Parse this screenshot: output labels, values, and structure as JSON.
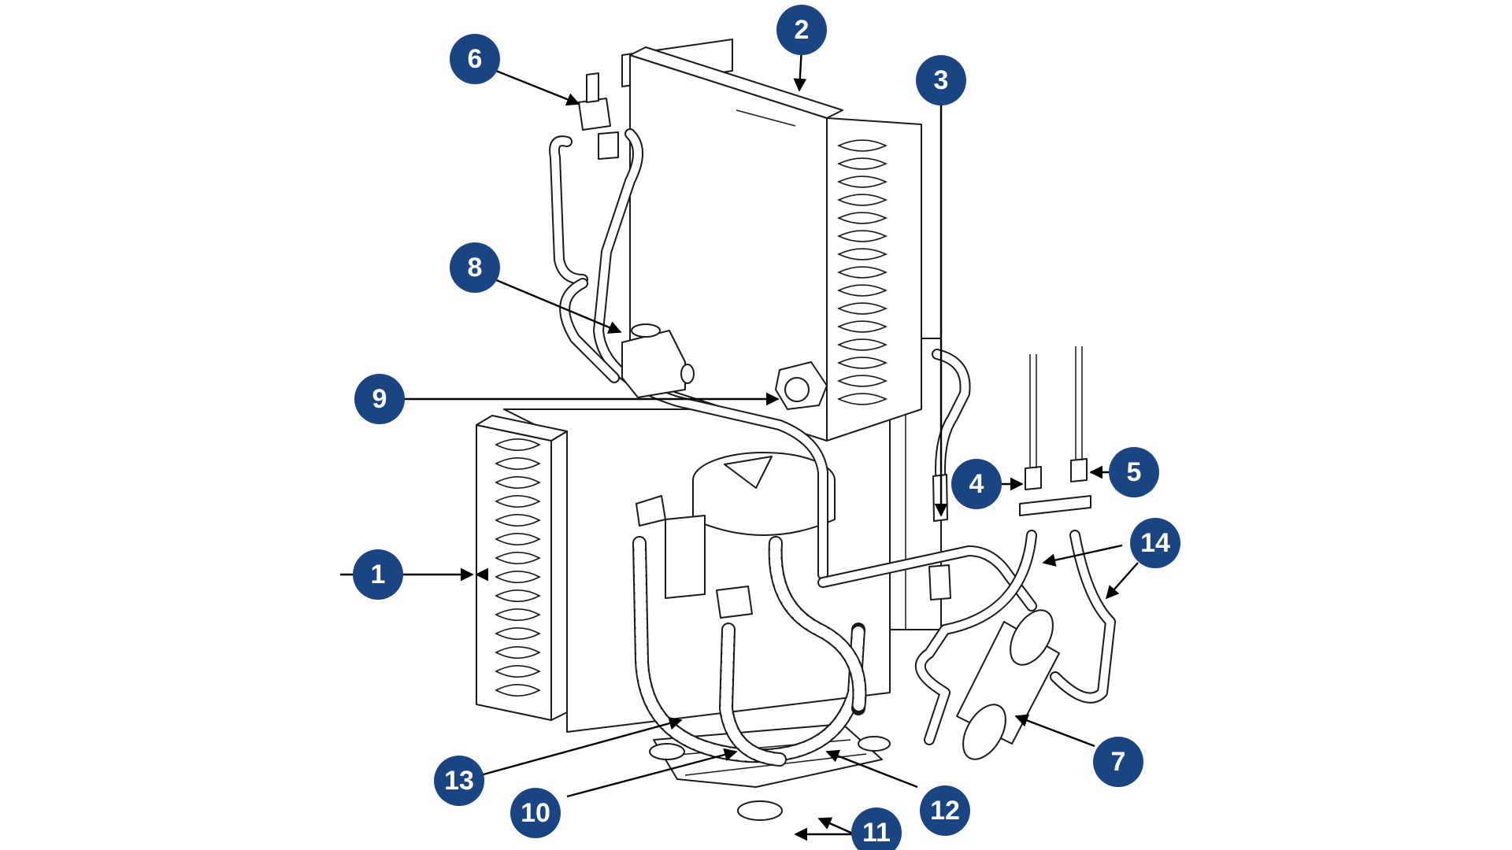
{
  "diagram": {
    "callouts": [
      {
        "id": "c1",
        "label": "1"
      },
      {
        "id": "c2",
        "label": "2"
      },
      {
        "id": "c3",
        "label": "3"
      },
      {
        "id": "c4",
        "label": "4"
      },
      {
        "id": "c5",
        "label": "5"
      },
      {
        "id": "c6",
        "label": "6"
      },
      {
        "id": "c7",
        "label": "7"
      },
      {
        "id": "c8",
        "label": "8"
      },
      {
        "id": "c9",
        "label": "9"
      },
      {
        "id": "c10",
        "label": "10"
      },
      {
        "id": "c11",
        "label": "11"
      },
      {
        "id": "c12",
        "label": "12"
      },
      {
        "id": "c13",
        "label": "13"
      },
      {
        "id": "c14",
        "label": "14"
      }
    ],
    "colors": {
      "callout_fill": "#1b4482",
      "callout_text": "#ffffff",
      "line": "#000000",
      "background": "#ffffff"
    }
  }
}
